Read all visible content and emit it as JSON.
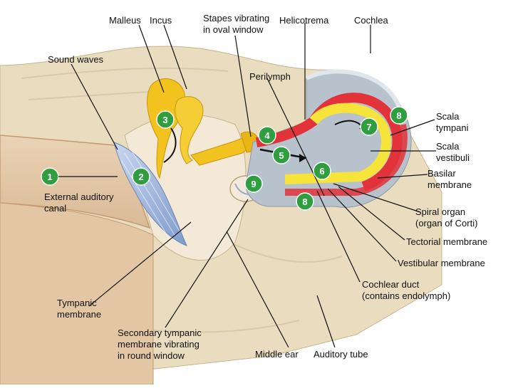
{
  "labels": {
    "malleus": "Malleus",
    "incus": "Incus",
    "stapes": "Stapes vibrating\nin oval window",
    "helicotrema": "Helicotrema",
    "cochlea": "Cochlea",
    "sound_waves": "Sound waves",
    "perilymph": "Perilymph",
    "scala_tympani": "Scala\ntympani",
    "scala_vestibuli": "Scala\nvestibuli",
    "basilar_membrane": "Basilar\nmembrane",
    "external_auditory_canal": "External auditory\ncanal",
    "spiral_organ": "Spiral organ\n(organ of Corti)",
    "tectorial_membrane": "Tectorial membrane",
    "vestibular_membrane": "Vestibular membrane",
    "cochlear_duct": "Cochlear duct\n(contains endolymph)",
    "tympanic_membrane": "Tympanic\nmembrane",
    "secondary_tympanic": "Secondary tympanic\nmembrane vibrating\nin round window",
    "middle_ear": "Middle ear",
    "auditory_tube": "Auditory tube"
  },
  "steps": [
    "1",
    "2",
    "3",
    "4",
    "5",
    "6",
    "7",
    "8",
    "8",
    "9"
  ],
  "colors": {
    "badge": "#2e9e3e",
    "bone": "#e6d6b4",
    "ossicle": "#f2c21e",
    "eardrum": "#9fb6dc",
    "cochlea_outer": "#b8c2cc",
    "scala_red": "#e2323a",
    "scala_yellow": "#f7e43a",
    "leader": "#111111"
  }
}
